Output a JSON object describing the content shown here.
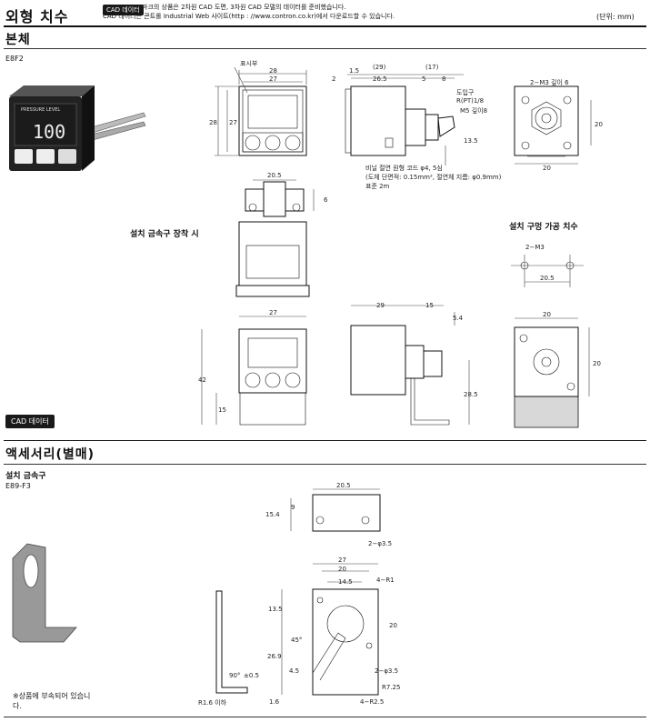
{
  "header": {
    "title": "외형 치수",
    "cad_tag": "CAD 데이터",
    "note_line1": "마크의 상품은 2차원 CAD 도면, 3차원 CAD 모델의 데이터를 준비했습니다.",
    "note_line2": "CAD 데이터는 콘트롤 Industrial Web 사이트(http : //www.contron.co.kr)에서 다운로드할 수 있습니다.",
    "unit": "(단위: mm)"
  },
  "body_section": {
    "title": "본체",
    "model": "E8F2",
    "cad_badge": "CAD 데이터",
    "display_value": "100",
    "mount_label": "설치 금속구 장착 시",
    "hole_label": "설치 구멍 가공 치수",
    "cable_note1": "비닐 절연 원형 코드 φ4, 5심",
    "cable_note2": "(도체 단면적: 0.15mm², 절연체 지름: φ0.9mm)",
    "cable_note3": "표준 2m",
    "dims": {
      "display_part": "표시부",
      "d28": "28",
      "d27": "27",
      "d20_5": "20.5",
      "d6": "6",
      "d42": "42",
      "d15": "15",
      "d1_5": "1.5",
      "d2": "2",
      "d29p": "(29)",
      "d17p": "(17)",
      "d26_5": "26.5",
      "d5": "5",
      "d8": "8",
      "dojip": "도입구",
      "rpt": "R(PT)1/8",
      "m5": "M5 깊이8",
      "d13_5": "13.5",
      "m3": "2−M3 깊이 6",
      "d20": "20",
      "m3b": "2−M3",
      "d29": "29",
      "d5_4": "5.4",
      "d28_5": "28.5"
    }
  },
  "accessory_section": {
    "title": "액세서리(별매)",
    "subtitle": "설치 금속구",
    "model": "E89-F3",
    "note": "※상품에 부속되어 있습니다.",
    "dims": {
      "d20_5": "20.5",
      "d9": "9",
      "d15_4": "15.4",
      "phi3_5": "2−φ3.5",
      "d27": "27",
      "d20": "20",
      "d14_5": "14.5",
      "r1": "4−R1",
      "d13_5": "13.5",
      "d45": "45°",
      "d4_5": "4.5",
      "d26_9": "26.9",
      "r2_5": "4−R2.5",
      "r7_25": "R7.25",
      "phi3_5b": "2−φ3.5",
      "d1_6": "1.6",
      "d90": "90°",
      "pm": "±0.5",
      "r1_6": "R1.6 이하"
    }
  }
}
